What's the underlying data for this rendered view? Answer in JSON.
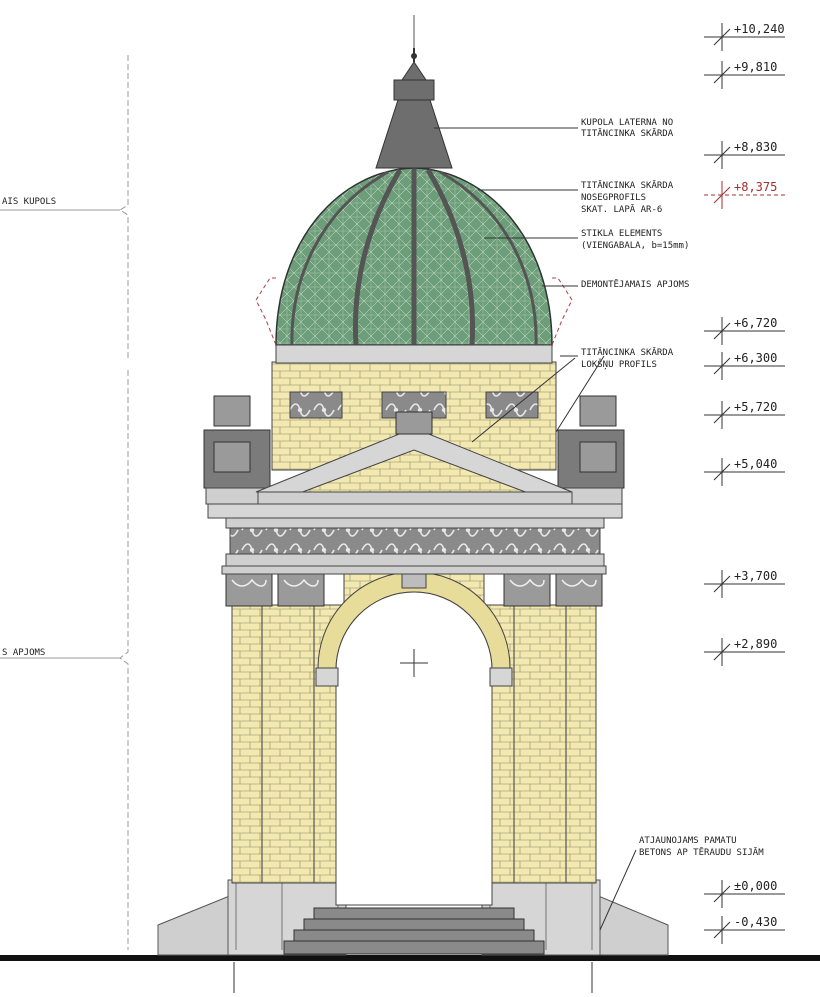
{
  "side_labels": {
    "upper": "AIS KUPOLS",
    "lower": "S APJOMS"
  },
  "annotations": {
    "lantern": [
      "KUPOLA LATERNA NO",
      "TITĀNCINKA SKĀRDA"
    ],
    "dome_sheet": [
      "TITĀNCINKA SKĀRDA",
      "NOSEGPROFILS",
      "SKAT. LAPĀ AR-6"
    ],
    "glass": [
      "STIKLA ELEMENTS",
      "(VIENGABALA, b=15mm)"
    ],
    "demolish": [
      "DEMONTĒJAMAIS APJOMS"
    ],
    "drum_sheet": [
      "TITĀNCINKA SKĀRDA",
      "LOKŠŅU PROFILS"
    ],
    "foundation": [
      "ATJAUNOJAMS PAMATU",
      "BETONS AP TĒRAUDU SIJĀM"
    ]
  },
  "levels": [
    {
      "value": "+10,240",
      "red": false
    },
    {
      "value": "+9,810",
      "red": false
    },
    {
      "value": "+8,830",
      "red": false
    },
    {
      "value": "+8,375",
      "red": true
    },
    {
      "value": "+6,720",
      "red": false
    },
    {
      "value": "+6,300",
      "red": false
    },
    {
      "value": "+5,720",
      "red": false
    },
    {
      "value": "+5,040",
      "red": false
    },
    {
      "value": "+3,700",
      "red": false
    },
    {
      "value": "+2,890",
      "red": false
    },
    {
      "value": "±0,000",
      "red": false
    },
    {
      "value": "-0,430",
      "red": false
    }
  ],
  "colors": {
    "brick": "#f3e9b0",
    "dome": "#6d9e7a",
    "metal": "#6e6e6e",
    "stone": "#cfcfcf",
    "leader": "#333333",
    "level_red": "#a03030"
  }
}
